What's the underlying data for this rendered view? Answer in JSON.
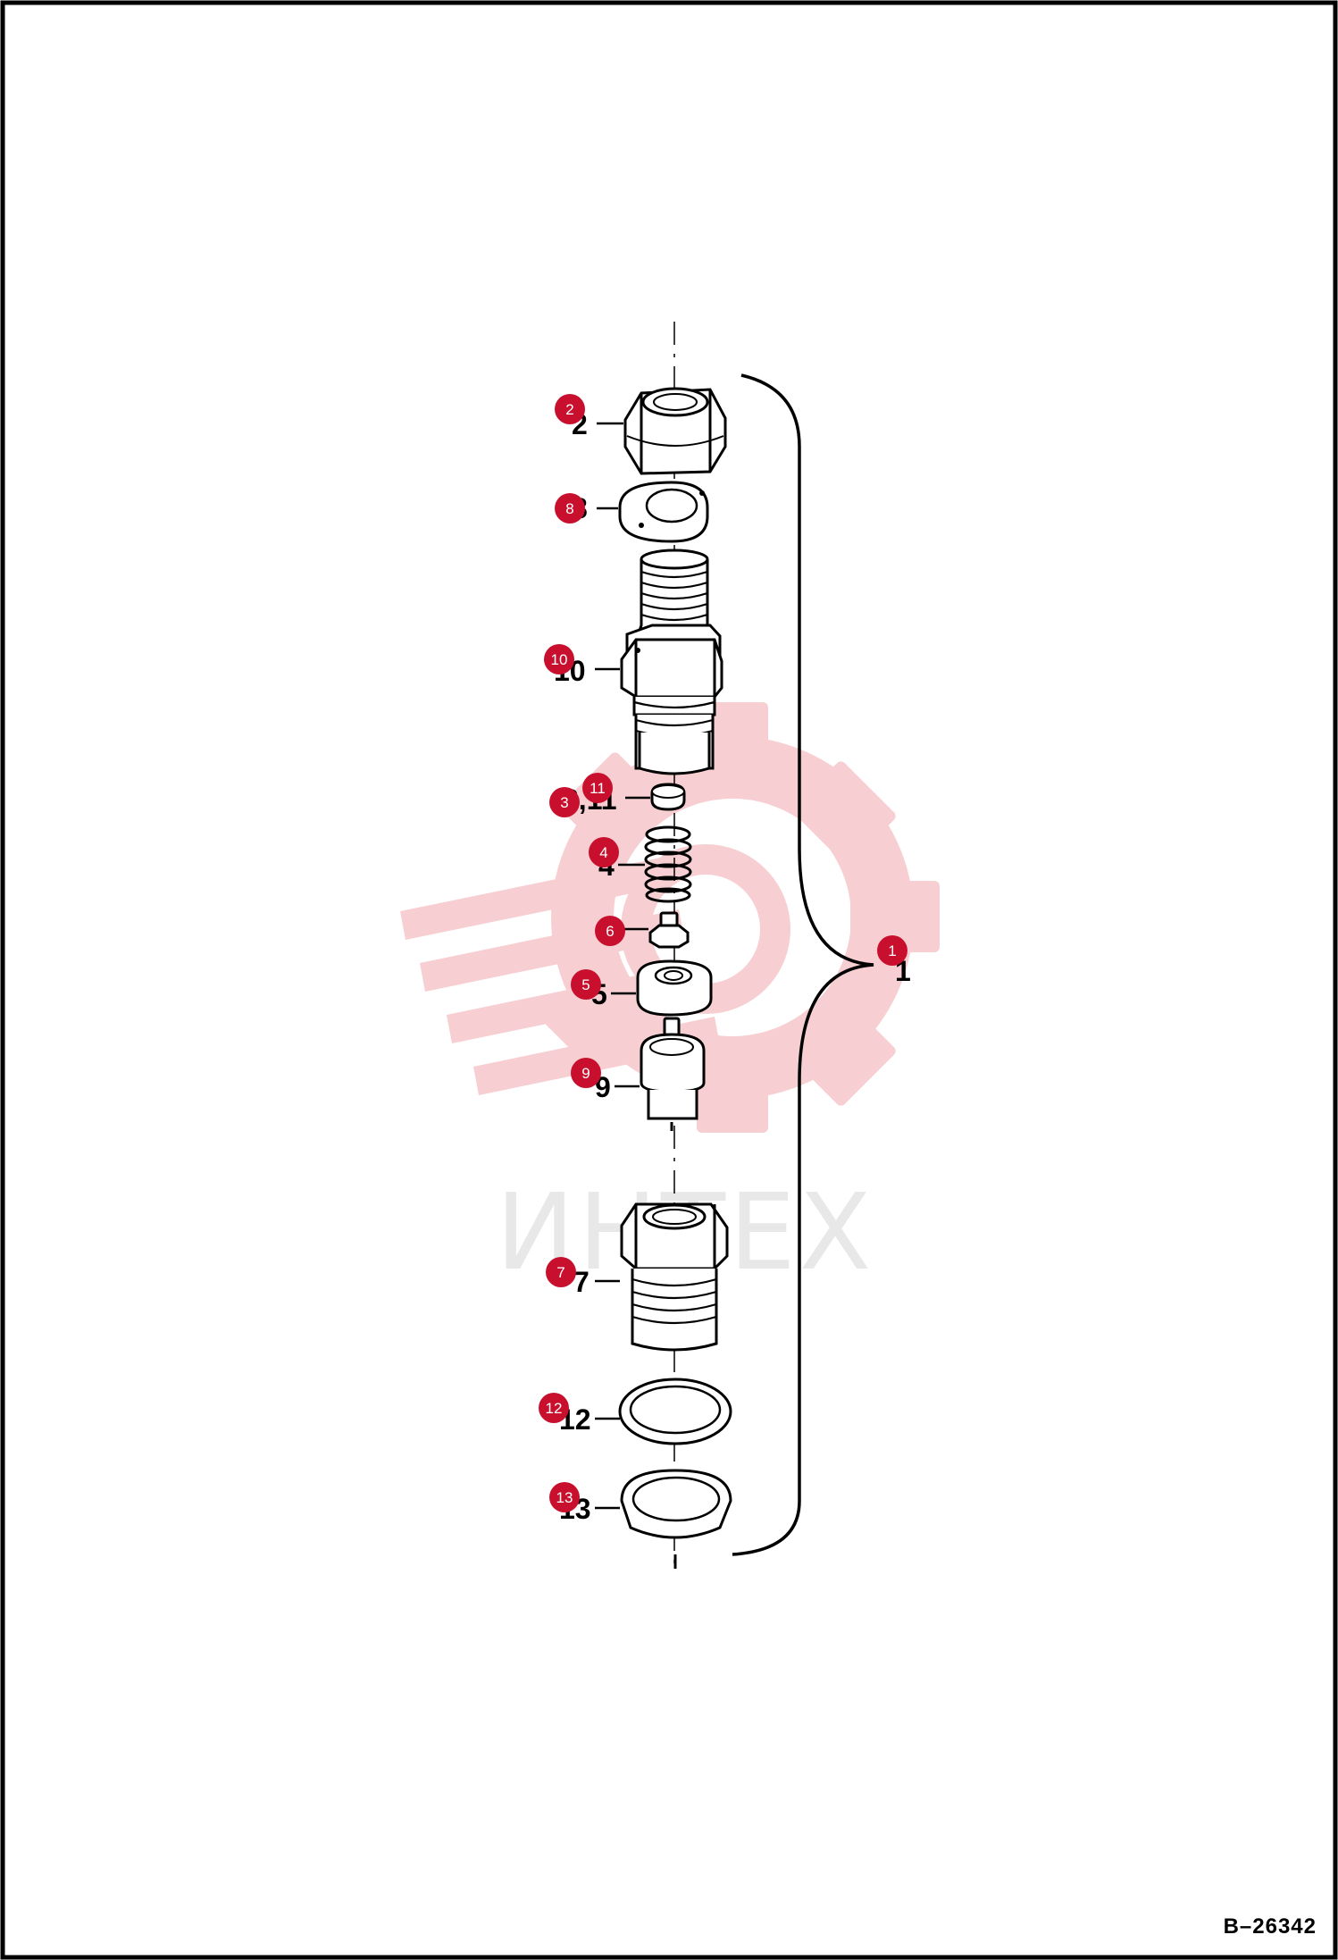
{
  "drawing": {
    "reference": "B–26342",
    "watermark_text": "ИНТЕХ"
  },
  "colors": {
    "badge": "#c8102e",
    "watermark": "#f6c9cc",
    "line": "#000000"
  },
  "printed_labels": {
    "l1": "1",
    "l2": "2",
    "l8": "8",
    "l10": "10",
    "l3_11": "3,11",
    "l4": "4",
    "l6": "6",
    "l5": "5",
    "l9": "9",
    "l7": "7",
    "l12": "12",
    "l13": "13"
  },
  "callouts": {
    "c1": "1",
    "c2": "2",
    "c3": "3",
    "c4": "4",
    "c5": "5",
    "c6": "6",
    "c7": "7",
    "c8": "8",
    "c9": "9",
    "c10": "10",
    "c11": "11",
    "c12": "12",
    "c13": "13"
  }
}
